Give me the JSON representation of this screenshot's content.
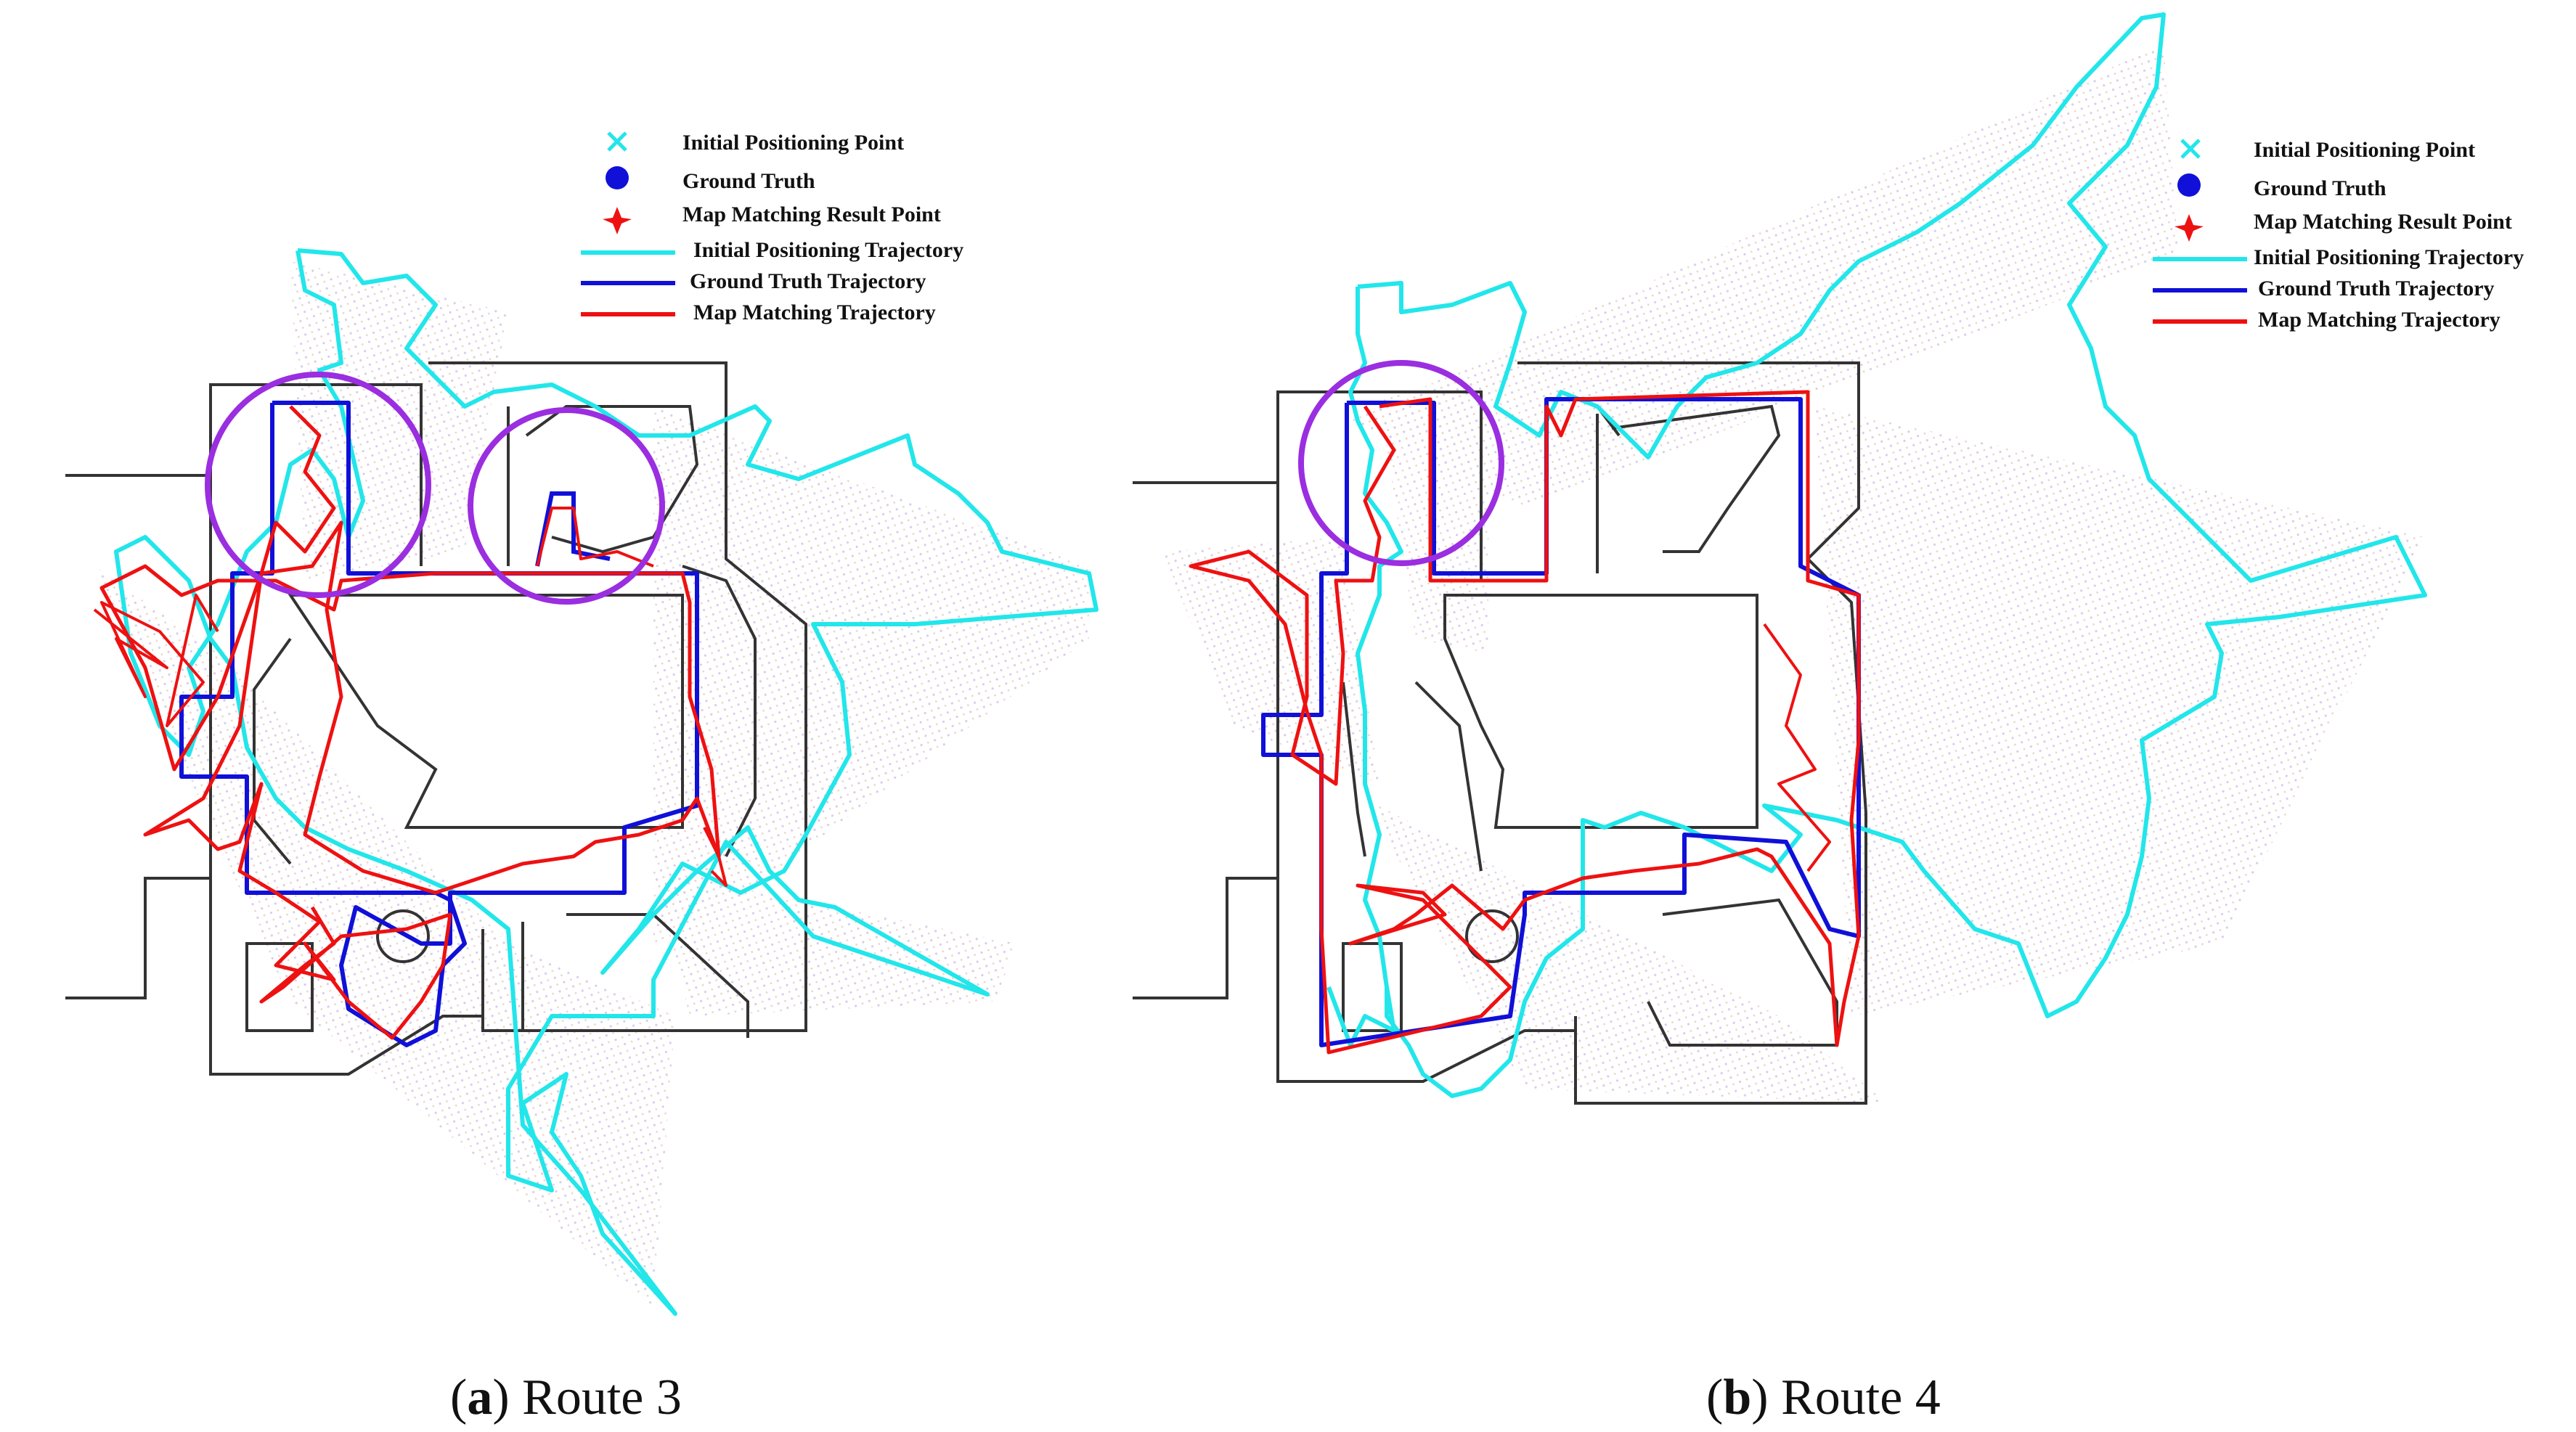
{
  "legend": {
    "initial_point": "Initial Positioning Point",
    "ground_truth": "Ground Truth",
    "map_point": "Map Matching Result Point",
    "initial_traj": "Initial Positioning Trajectory",
    "gt_traj": "Ground Truth Trajectory",
    "map_traj": "Map Matching Trajectory"
  },
  "colors": {
    "initial": "#22e6ea",
    "ground_truth": "#1010d8",
    "map_matching": "#ee1111",
    "walls": "#333333",
    "highlight_circle": "#9a2ee0"
  },
  "panels": [
    {
      "caption_letter": "a",
      "caption_text": " Route 3"
    },
    {
      "caption_letter": "b",
      "caption_text": " Route 4"
    }
  ]
}
